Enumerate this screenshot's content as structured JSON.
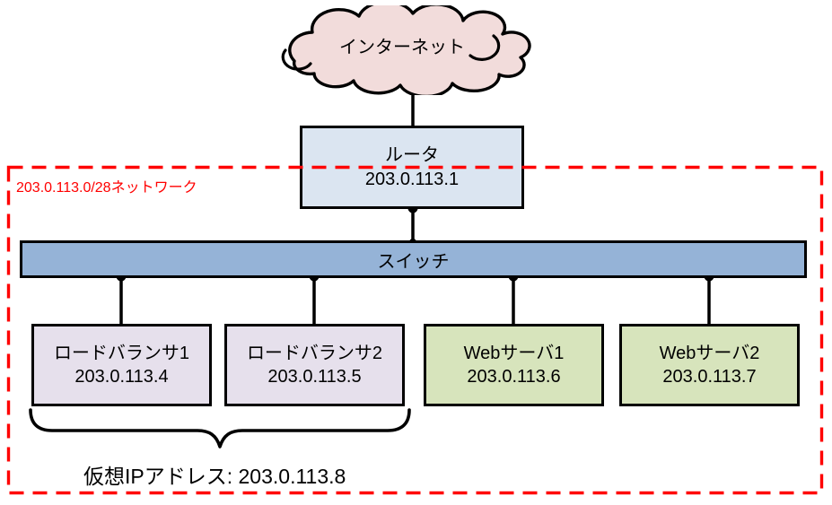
{
  "diagram": {
    "internet": {
      "label": "インターネット"
    },
    "router": {
      "name": "ルータ",
      "ip": "203.0.113.1"
    },
    "network_boundary": {
      "label": "203.0.113.0/28ネットワーク"
    },
    "switch": {
      "label": "スイッチ"
    },
    "devices": [
      {
        "name": "ロードバランサ1",
        "ip": "203.0.113.4",
        "type": "load-balancer"
      },
      {
        "name": "ロードバランサ2",
        "ip": "203.0.113.5",
        "type": "load-balancer"
      },
      {
        "name": "Webサーバ1",
        "ip": "203.0.113.6",
        "type": "web-server"
      },
      {
        "name": "Webサーバ2",
        "ip": "203.0.113.7",
        "type": "web-server"
      }
    ],
    "virtual_ip": {
      "label": "仮想IPアドレス: 203.0.113.8"
    },
    "colors": {
      "cloud_fill": "#F2DCDB",
      "router_fill": "#DBE5F1",
      "switch_fill": "#95B3D7",
      "load_balancer_fill": "#E6E0EC",
      "web_server_fill": "#D7E4BC",
      "boundary": "#FF0000",
      "outline": "#000000"
    }
  }
}
